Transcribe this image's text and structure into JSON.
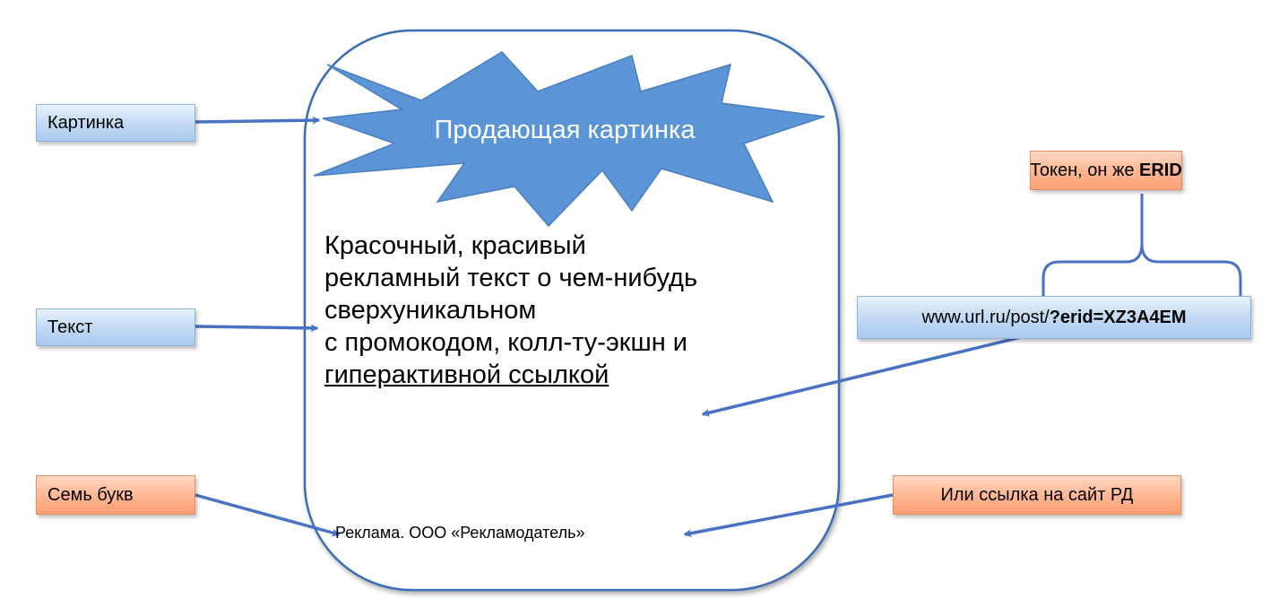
{
  "labels": {
    "kartinka": "Картинка",
    "tekst": "Текст",
    "sem_bukv": "Семь букв",
    "token_prefix": "Токен, он же ",
    "token_bold": "ERID",
    "url_prefix": "www.url.ru/post/",
    "url_bold": "?erid=XZ3A4EM",
    "ili_ssylka": "Или ссылка на сайт РД"
  },
  "ad": {
    "image_caption": "Продающая картинка",
    "text_lines": [
      "Красочный, красивый",
      "рекламный текст о чем-нибудь",
      "сверхуникальном",
      "с промокодом, колл-ту-экшн и"
    ],
    "link_text": "гиперактивной ссылкой",
    "footer": "Реклама. ООО «Рекламодатель»"
  },
  "colors": {
    "frame": "#3b6db5",
    "arrow": "#4a72c4",
    "star_fill": "#5b95d6",
    "blue_box": "#c6dcf5",
    "orange_box": "#fcae87"
  }
}
